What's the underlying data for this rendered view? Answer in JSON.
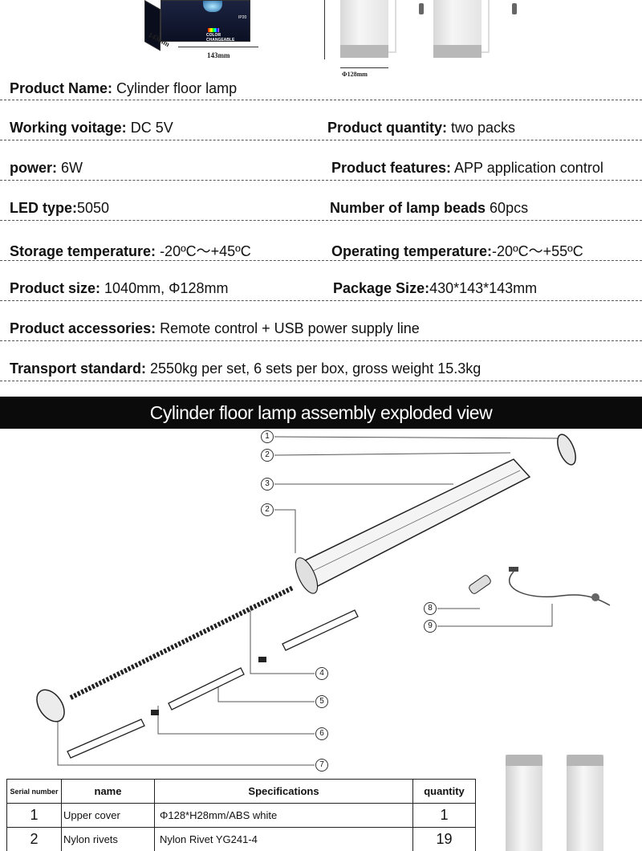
{
  "top": {
    "box_text": "COLOR CHANGEABLE",
    "box_rating": "IP20",
    "dim_depth": "143mm",
    "dim_width": "143mm",
    "dim_diameter": "Φ128mm"
  },
  "specs": [
    {
      "left_label": "Product Name:",
      "left_value": " Cylinder floor lamp"
    },
    {
      "left_label": "Working voitage:",
      "left_value": " DC 5V",
      "right_label": "Product quantity:",
      "right_value": " two packs"
    },
    {
      "left_label": "power:",
      "left_value": " 6W",
      "right_label": "Product features:",
      "right_value": " APP application control"
    },
    {
      "left_label": "LED type:",
      "left_value": "5050",
      "right_label": "Number of lamp beads",
      "right_value": " 60pcs"
    },
    {
      "left_label": "Storage temperature:",
      "left_value": " -20ºC～+45ºC",
      "right_label": "Operating temperature:",
      "right_value": "-20ºC～+55ºC"
    },
    {
      "left_label": " Product size:",
      "left_value": " 1040mm, Φ128mm",
      "right_label": "Package Size:",
      "right_value": "430*143*143mm"
    },
    {
      "left_label": "Product accessories:",
      "left_value": " Remote control + USB power supply line"
    },
    {
      "left_label": "Transport standard:",
      "left_value": " 2550kg per set, 6 sets per box, gross weight 15.3kg"
    }
  ],
  "band_title": "Cylinder floor lamp assembly exploded view",
  "callouts": [
    "1",
    "2",
    "3",
    "2",
    "4",
    "5",
    "6",
    "7",
    "8",
    "9"
  ],
  "parts_table": {
    "headers": [
      "Serial number",
      "name",
      "Specifications",
      "quantity"
    ],
    "rows": [
      {
        "num": "1",
        "name": "Upper cover",
        "spec": "Φ128*H28mm/ABS white",
        "qty": "1"
      },
      {
        "num": "2",
        "name": "Nylon rivets",
        "spec": "Nylon Rivet YG241-4",
        "qty": "19"
      }
    ]
  }
}
